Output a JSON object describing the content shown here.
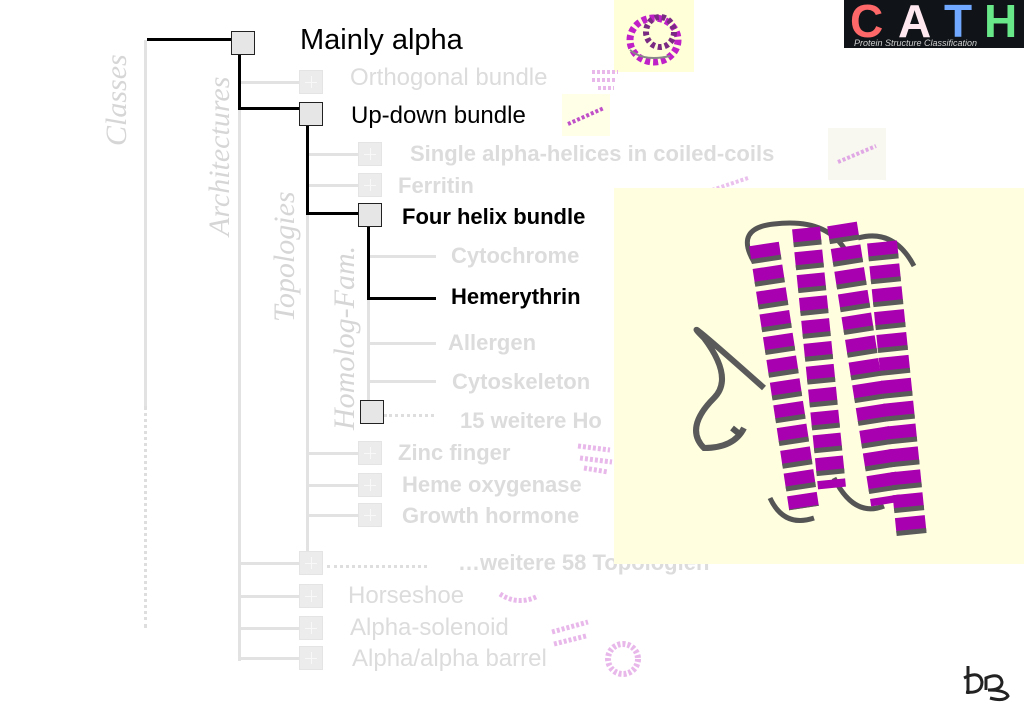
{
  "level_labels": {
    "classes": "Classes",
    "architectures": "Architectures",
    "topologies": "Topologies",
    "homologous_families": "Homolog-Fam."
  },
  "class_node": {
    "label": "Mainly alpha"
  },
  "architectures": {
    "orthogonal": "Orthogonal bundle",
    "updown": "Up-down bundle",
    "horseshoe": "Horseshoe",
    "solenoid": "Alpha-solenoid",
    "barrel": "Alpha/alpha barrel"
  },
  "topologies": {
    "single_helices": "Single alpha-helices in coiled-coils",
    "ferritin": "Ferritin",
    "four_helix": "Four helix bundle",
    "zinc": "Zinc finger",
    "heme": "Heme oxygenase",
    "growth": "Growth hormone",
    "more": "…weitere 58 Topologien"
  },
  "families": {
    "cytochrome": "Cytochrome",
    "hemerythrin": "Hemerythrin",
    "allergen": "Allergen",
    "cytoskeleton": "Cytoskeleton",
    "more": "15 weitere Ho"
  },
  "logo": {
    "text": "CATH",
    "subtitle": "Protein Structure Classification"
  },
  "colors": {
    "helix": "#a800b0",
    "helix_back": "#5a5a5a",
    "panel_bg": "#ffffe0",
    "highlight": "#000000",
    "faded": "#dcdcdc"
  }
}
